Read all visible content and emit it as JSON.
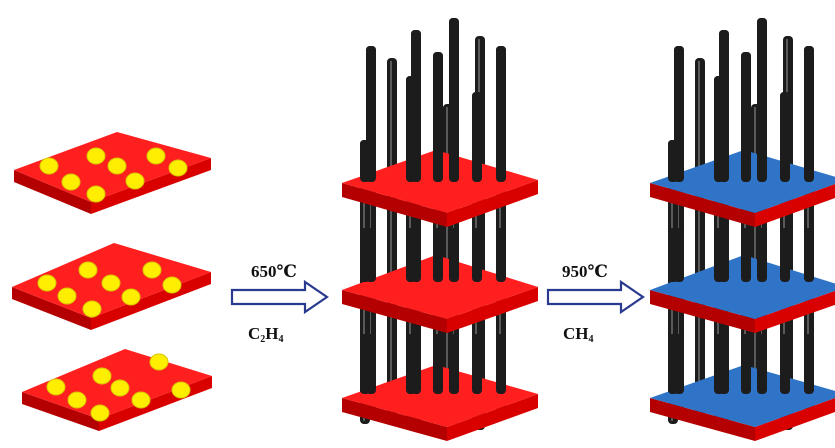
{
  "colors": {
    "substrate_top": "#ff1f1f",
    "substrate_side": "#d90000",
    "substrate_front": "#b40000",
    "catalyst": "#ffee00",
    "catalyst_edge": "#d8c400",
    "nanotube": "#1c1c1c",
    "nanotube_highlight": "#6a6a6a",
    "coating_top": "#2f74c6",
    "coating_side": "#1c56a6",
    "arrow_stroke": "#2a3a8f",
    "background": "#ffffff"
  },
  "steps": [
    {
      "temperature": "650℃",
      "gas_base": "C",
      "gas_sub1": "2",
      "gas_mid": "H",
      "gas_sub2": "4"
    },
    {
      "temperature": "950℃",
      "gas_base": "CH",
      "gas_sub1": "4"
    }
  ],
  "icons": {
    "arrow1": "hollow-right-arrow",
    "arrow2": "hollow-right-arrow"
  }
}
